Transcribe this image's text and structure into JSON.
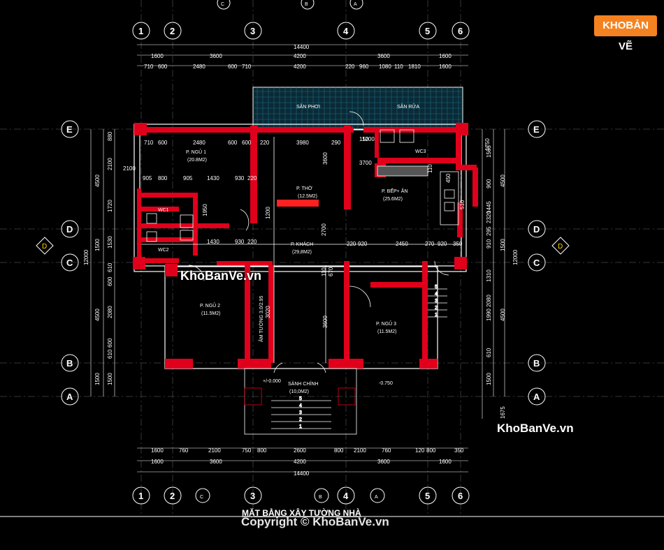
{
  "logo": {
    "part1": "KHO",
    "part2": "BẢN VẼ"
  },
  "watermarks": [
    "KhoBanVe.vn",
    "KhoBanVe.vn"
  ],
  "title": "MẶT BẰNG XÂY TƯỜNG NHÀ",
  "copyright": "Copyright © KhoBanVe.vn",
  "grid_cols": [
    "1",
    "2",
    "3",
    "4",
    "5",
    "6"
  ],
  "grid_rows": [
    "E",
    "D",
    "C",
    "B",
    "A"
  ],
  "section_marks": {
    "top": [
      "C",
      "B",
      "A"
    ],
    "bottom": [
      "C",
      "B",
      "A"
    ],
    "side": "D"
  },
  "dims_top_total": "14400",
  "dims_top_row2": [
    "1600",
    "3600",
    "4200",
    "3600",
    "1600"
  ],
  "dims_top_row3": [
    "710",
    "600",
    "2480",
    "600",
    "710",
    "4200",
    "220",
    "960",
    "1080",
    "110",
    "1810",
    "1600"
  ],
  "dims_bottom_row1": [
    "1600",
    "760",
    "2100",
    "750",
    "800",
    "2600",
    "800",
    "2100",
    "760",
    "120",
    "800",
    "350"
  ],
  "dims_bottom_row2": [
    "1600",
    "3600",
    "4200",
    "3600",
    "1600"
  ],
  "dims_bottom_total": "14400",
  "dims_left_outer": [
    "4500",
    "1500",
    "4500",
    "1500"
  ],
  "dims_left_total": "12000",
  "dims_left_inner": [
    "880",
    "2100",
    "1720",
    "1530",
    "610",
    "600",
    "2080",
    "600",
    "610",
    "1500"
  ],
  "dims_right_total": "12000",
  "dims_right_outer": [
    "4500",
    "1500",
    "4500",
    "1675"
  ],
  "dims_right_inner": [
    "1565",
    "900",
    "1445",
    "295",
    "910",
    "1310",
    "1990",
    "610",
    "1500"
  ],
  "inner_dims": [
    "710",
    "600",
    "2480",
    "600",
    "600",
    "220",
    "3980",
    "290",
    "2100",
    "905",
    "800",
    "905",
    "1430",
    "930",
    "220",
    "1430",
    "930",
    "220",
    "220",
    "920",
    "2450",
    "270",
    "920",
    "350",
    "1200",
    "2700",
    "110",
    "670",
    "3020",
    "3600",
    "3600",
    "1950",
    "150",
    "3700",
    "1200",
    "110",
    "450",
    "510",
    "1750",
    "2320",
    "2080"
  ],
  "rooms": [
    {
      "name": "SÂN PHƠI"
    },
    {
      "name": "SÂN RỬA"
    },
    {
      "name": "P. NGỦ 1",
      "area": "(20.8M2)"
    },
    {
      "name": "P. THỜ",
      "area": "(12.5M2)"
    },
    {
      "name": "P. BẾP+ ĂN",
      "area": "(25.6M2)"
    },
    {
      "name": "WC3"
    },
    {
      "name": "WC1"
    },
    {
      "name": "WC2"
    },
    {
      "name": "P. KHÁCH",
      "area": "(29,8M2)"
    },
    {
      "name": "P. NGỦ 2",
      "area": "(11.5M2)"
    },
    {
      "name": "P. NGỦ 3",
      "area": "(11.5M2)"
    },
    {
      "name": "SẢNH CHÍNH",
      "area": "(10,0M2)"
    }
  ],
  "levels": [
    "+/-0.000",
    "-0.750"
  ],
  "wall_note": "ÂM TƯỜNG 3.0/2.95",
  "stairs": [
    "5",
    "4",
    "3",
    "2",
    "1"
  ],
  "colors": {
    "wall": "#e0001b",
    "line": "#ffffff",
    "grid": "#00c8ff",
    "axis_bubble": "#00ff00",
    "logo": "#f58220"
  }
}
